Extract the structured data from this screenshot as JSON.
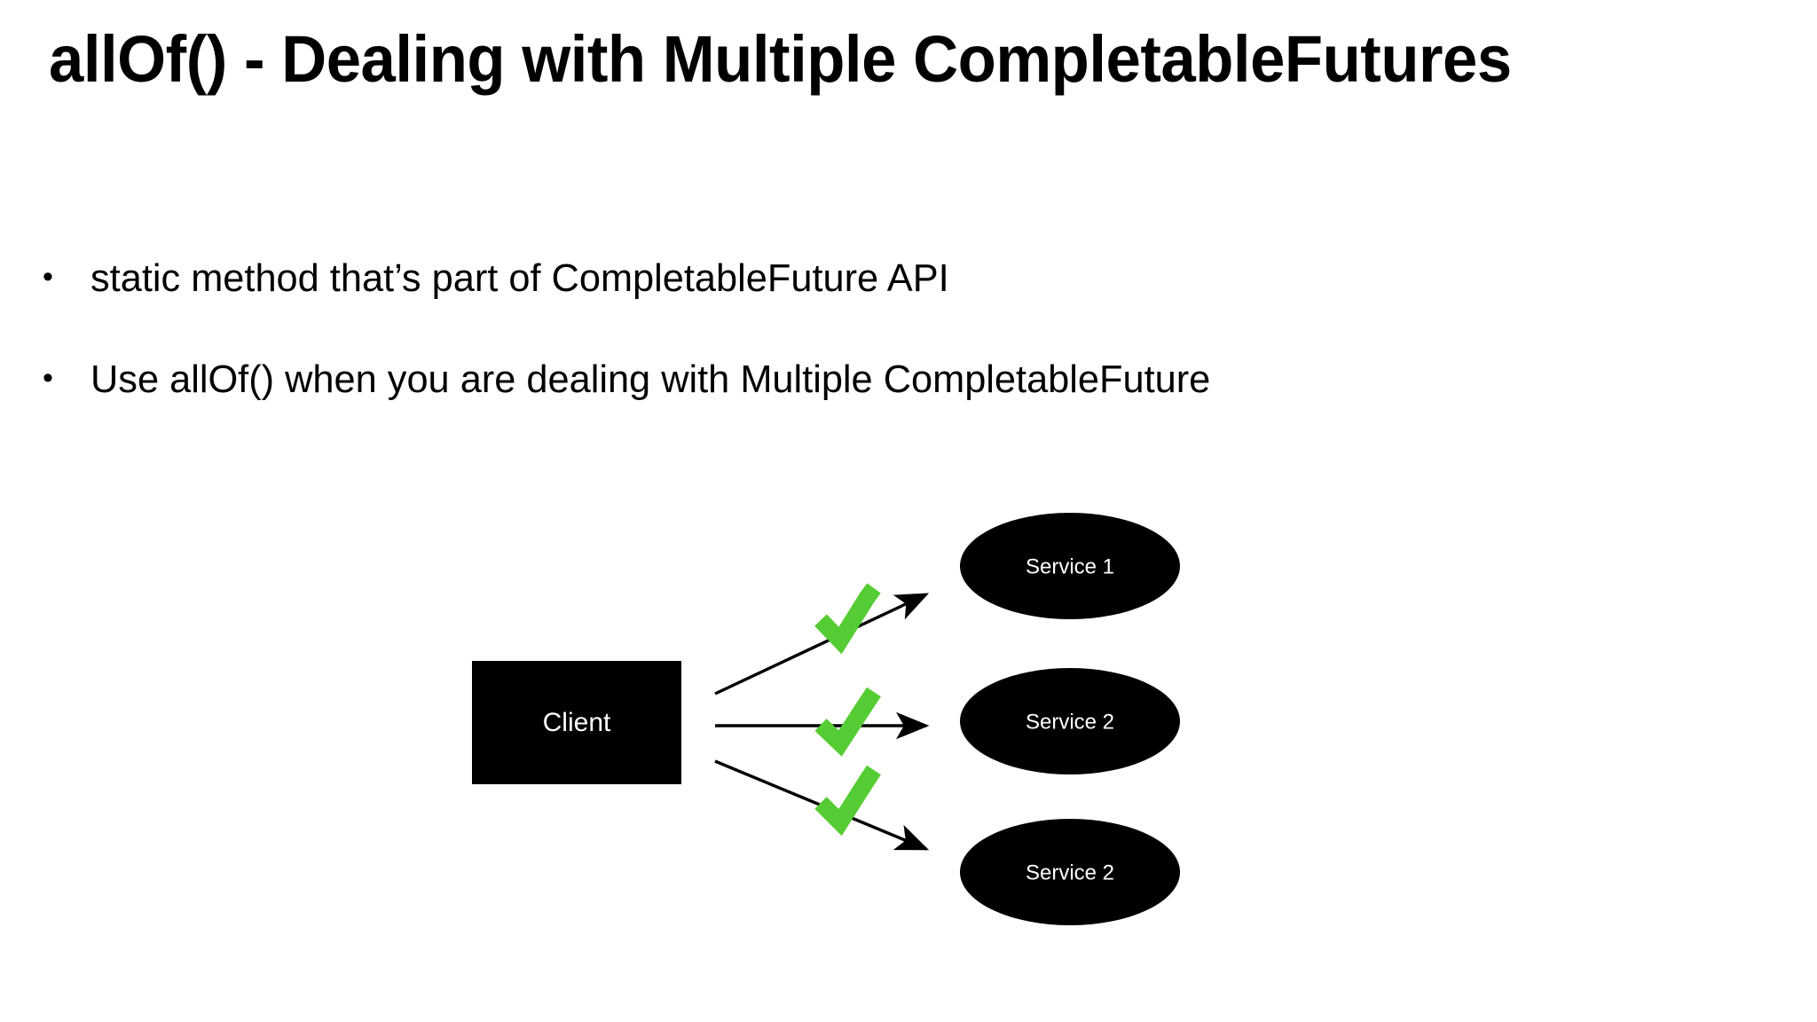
{
  "slide": {
    "title": "allOf() - Dealing with Multiple CompletableFutures",
    "background_color": "#ffffff",
    "text_color": "#000000"
  },
  "bullets": [
    {
      "marker": "•",
      "text": "static method that’s part of CompletableFuture API"
    },
    {
      "marker": "•",
      "text": "Use allOf() when you are dealing with Multiple CompletableFuture"
    }
  ],
  "diagram": {
    "colors": {
      "shape_fill": "#000000",
      "shape_text": "#ffffff",
      "arrow": "#000000",
      "check": "#55cc33"
    },
    "client": {
      "label": "Client"
    },
    "services": [
      {
        "label": "Service 1"
      },
      {
        "label": "Service 2"
      },
      {
        "label": "Service 2"
      }
    ],
    "checks": [
      {
        "name": "check-1"
      },
      {
        "name": "check-2"
      },
      {
        "name": "check-3"
      }
    ]
  }
}
